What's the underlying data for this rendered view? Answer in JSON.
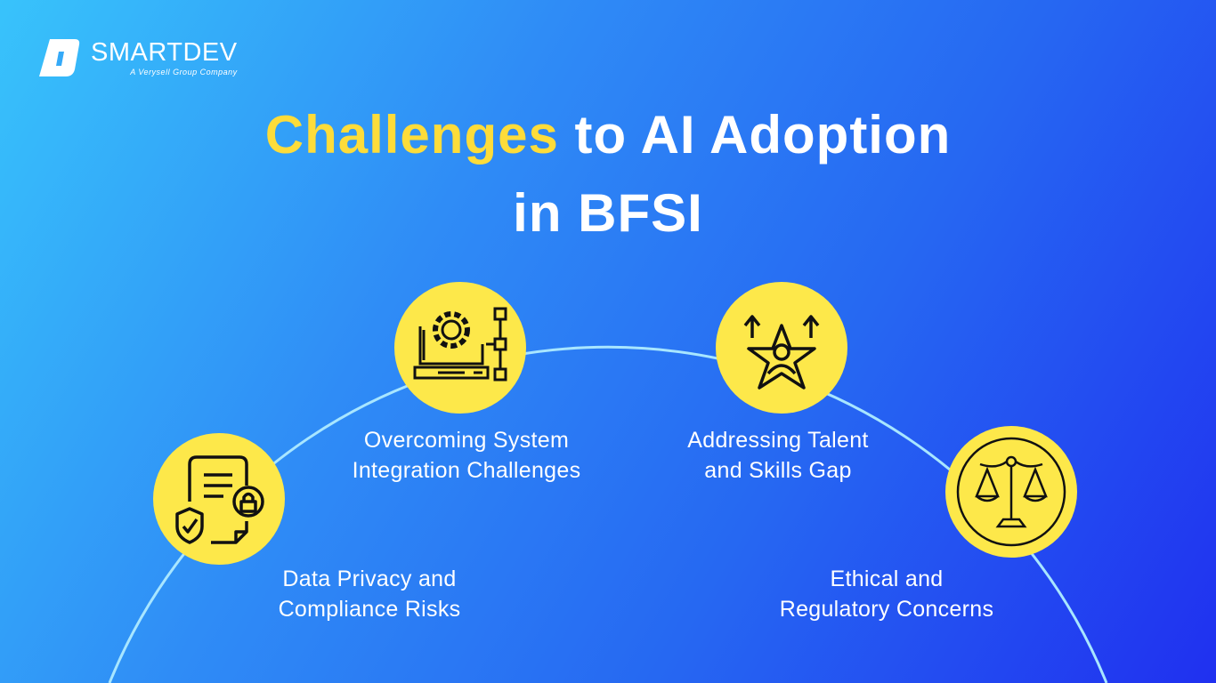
{
  "brand": {
    "name": "SMARTDEV",
    "tagline": "A Verysell Group Company"
  },
  "title": {
    "highlight": "Challenges",
    "rest_line1": " to AI Adoption",
    "line2": "in BFSI"
  },
  "colors": {
    "highlight": "#fddc3a",
    "node": "#fde84a",
    "arc": "#a8e6ff"
  },
  "challenges": [
    {
      "line1": "Data Privacy and",
      "line2": "Compliance Risks",
      "icon": "document-lock-shield-icon"
    },
    {
      "line1": "Overcoming System",
      "line2": "Integration Challenges",
      "icon": "computer-gear-flowchart-icon"
    },
    {
      "line1": "Addressing Talent",
      "line2": "and Skills Gap",
      "icon": "star-person-arrows-icon"
    },
    {
      "line1": "Ethical and",
      "line2": "Regulatory Concerns",
      "icon": "scales-of-justice-icon"
    }
  ]
}
